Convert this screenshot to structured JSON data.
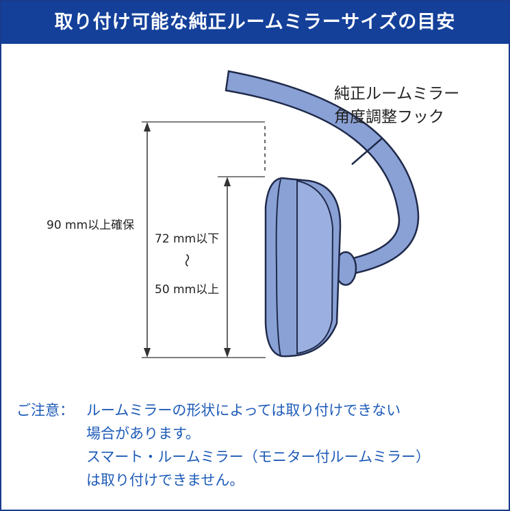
{
  "header": {
    "title": "取り付け可能な純正ルームミラーサイズの目安"
  },
  "diagram": {
    "hook_label_line1": "純正ルームミラー",
    "hook_label_line2": "角度調整フック",
    "outer_label": "90 mm以上確保",
    "inner_max_label": "72 mm以下",
    "inner_range_symbol": "〜",
    "inner_min_label": "50 mm以上",
    "colors": {
      "mirror_fill": "#8aa1d6",
      "mirror_dark": "#6b84c4",
      "outline": "#1f2a4a",
      "dim_line": "#333333"
    }
  },
  "note": {
    "heading": "ご注意：",
    "line1": "ルームミラーの形状によっては取り付けできない",
    "line2": "場合があります。",
    "line3": "スマート・ルームミラー（モニター付ルームミラー）",
    "line4": "は取り付けできません。"
  }
}
